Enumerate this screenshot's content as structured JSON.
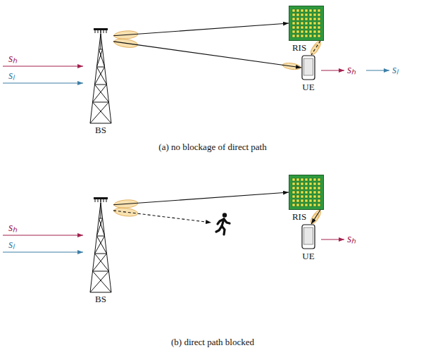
{
  "diagram": {
    "nodes": [
      {
        "text": [
          "BS"
        ]
      },
      {
        "text": [
          "RIS"
        ]
      },
      {
        "text": [
          "UE"
        ]
      },
      {
        "text": [
          "BS"
        ]
      },
      {
        "text": [
          "RIS"
        ]
      },
      {
        "text": [
          "UE"
        ]
      }
    ],
    "edges": [
      {
        "from": 0,
        "to": 1,
        "arrow": "to"
      },
      {
        "from": 0,
        "to": 2,
        "arrow": "to"
      },
      {
        "from": 1,
        "to": 2,
        "arrow": "none"
      },
      {
        "from": 3,
        "to": 4,
        "arrow": "to"
      },
      {
        "from": 4,
        "to": 5,
        "arrow": "to"
      }
    ],
    "labels": [
      "sₕ",
      "sₗ",
      "sₕ",
      "sₗ",
      "(a) no blockage of direct path",
      "sₕ",
      "sₗ",
      "sₕ",
      "(b) direct path blocked"
    ]
  }
}
